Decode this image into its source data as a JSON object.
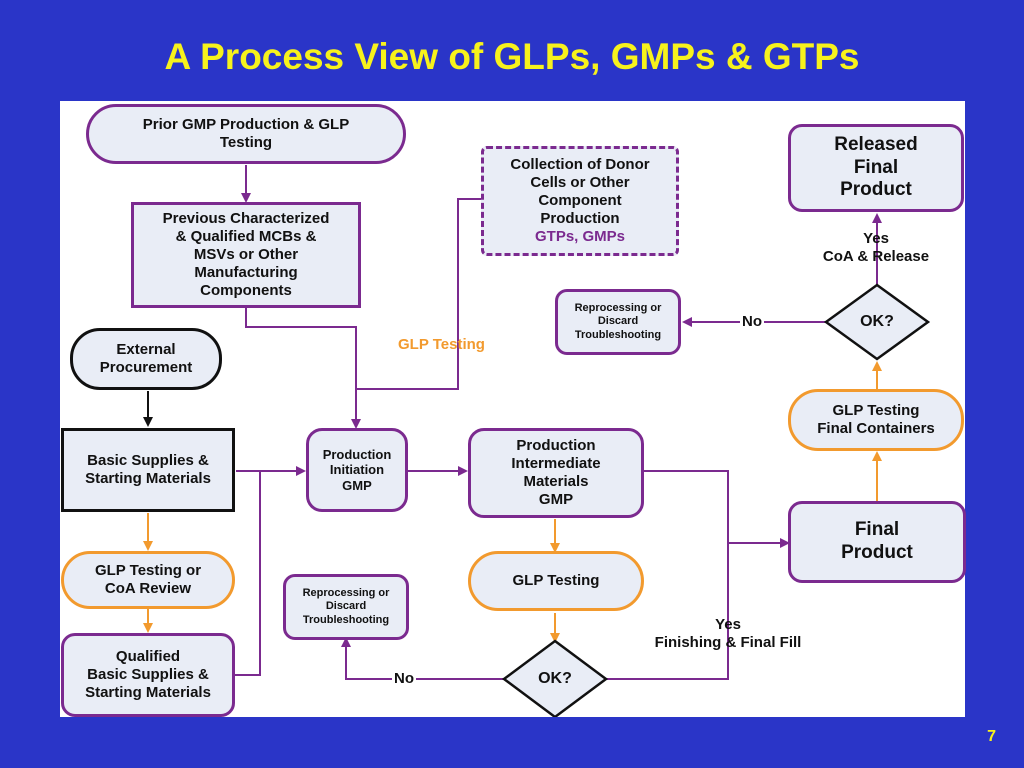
{
  "slide": {
    "title": "A Process View of GLPs, GMPs & GTPs",
    "page_number": "7"
  },
  "colors": {
    "background": "#2a35c8",
    "title": "#f7f21c",
    "purple": "#7b2a8f",
    "orange": "#f29a2e",
    "box_fill": "#e9edf6"
  },
  "nodes": {
    "prior_gmp": "Prior GMP Production & GLP\nTesting",
    "previous_characterized": "Previous Characterized\n& Qualified MCBs &\nMSVs or Other\nManufacturing\nComponents",
    "collection_donor": "Collection of Donor\nCells or Other\nComponent\nProduction",
    "collection_donor_tag": "GTPs, GMPs",
    "external_procurement": "External\nProcurement",
    "basic_supplies": "Basic Supplies &\nStarting Materials",
    "glp_coa_review": "GLP Testing or\nCoA Review",
    "qualified_supplies": "Qualified\nBasic Supplies &\nStarting Materials",
    "production_initiation": "Production\nInitiation\nGMP",
    "production_intermediate": "Production\nIntermediate\nMaterials\nGMP",
    "glp_testing_mid": "GLP Testing",
    "reprocess_bottom": "Reprocessing or\nDiscard\nTroubleshooting",
    "reprocess_top": "Reprocessing or\nDiscard\nTroubleshooting",
    "final_product": "Final\nProduct",
    "glp_final_containers": "GLP Testing\nFinal Containers",
    "released_final": "Released\nFinal\nProduct",
    "ok_bottom": "OK?",
    "ok_top": "OK?"
  },
  "edge_labels": {
    "glp_testing": "GLP Testing",
    "no_bottom": "No",
    "yes_finishing": "Yes\nFinishing & Final Fill",
    "no_top": "No",
    "yes_release": "Yes\nCoA & Release"
  }
}
